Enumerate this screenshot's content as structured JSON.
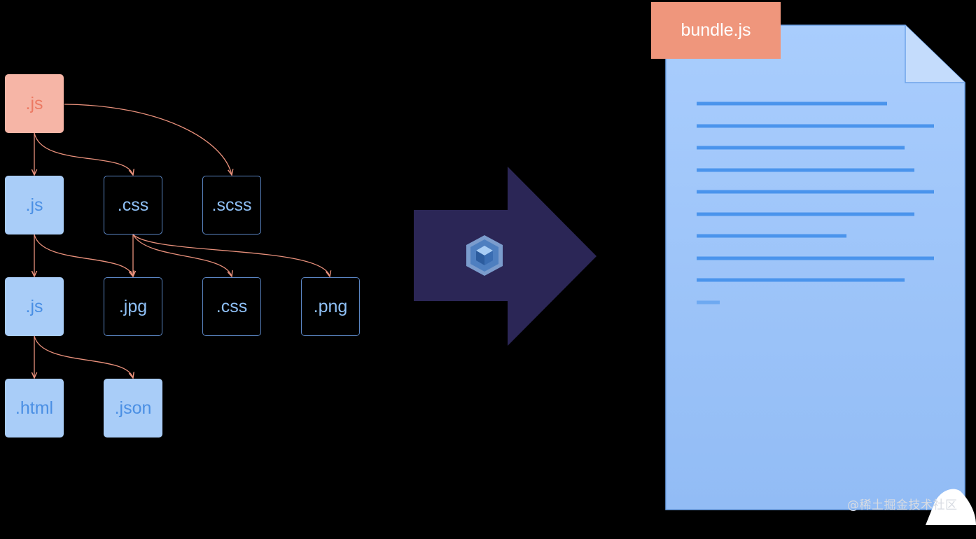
{
  "nodes": {
    "entry_js": ".js",
    "js_2": ".js",
    "css_1": ".css",
    "scss": ".scss",
    "js_3": ".js",
    "jpg": ".jpg",
    "css_2": ".css",
    "png": ".png",
    "html": ".html",
    "json": ".json"
  },
  "output": {
    "filename": "bundle.js"
  },
  "watermark": "@稀土掘金技术社区",
  "colors": {
    "entry": "#f6b5a6",
    "module": "#a9cdf8",
    "edge": "#e8907b",
    "arrow": "#2b2656",
    "document": "#a3c8fb",
    "document_lines": "#4a94ec",
    "bundle_tab": "#ef967c"
  },
  "icons": {
    "bundler": "webpack-cube-icon"
  }
}
